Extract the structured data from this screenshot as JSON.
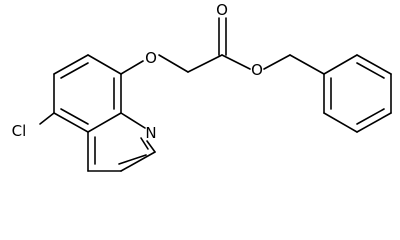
{
  "molecule": {
    "atoms": {
      "cl": "Cl",
      "n": "N",
      "o_ether": "O",
      "o_carbonyl": "O",
      "o_ester": "O"
    }
  },
  "colors": {
    "bond": "#000000",
    "background": "#ffffff"
  }
}
